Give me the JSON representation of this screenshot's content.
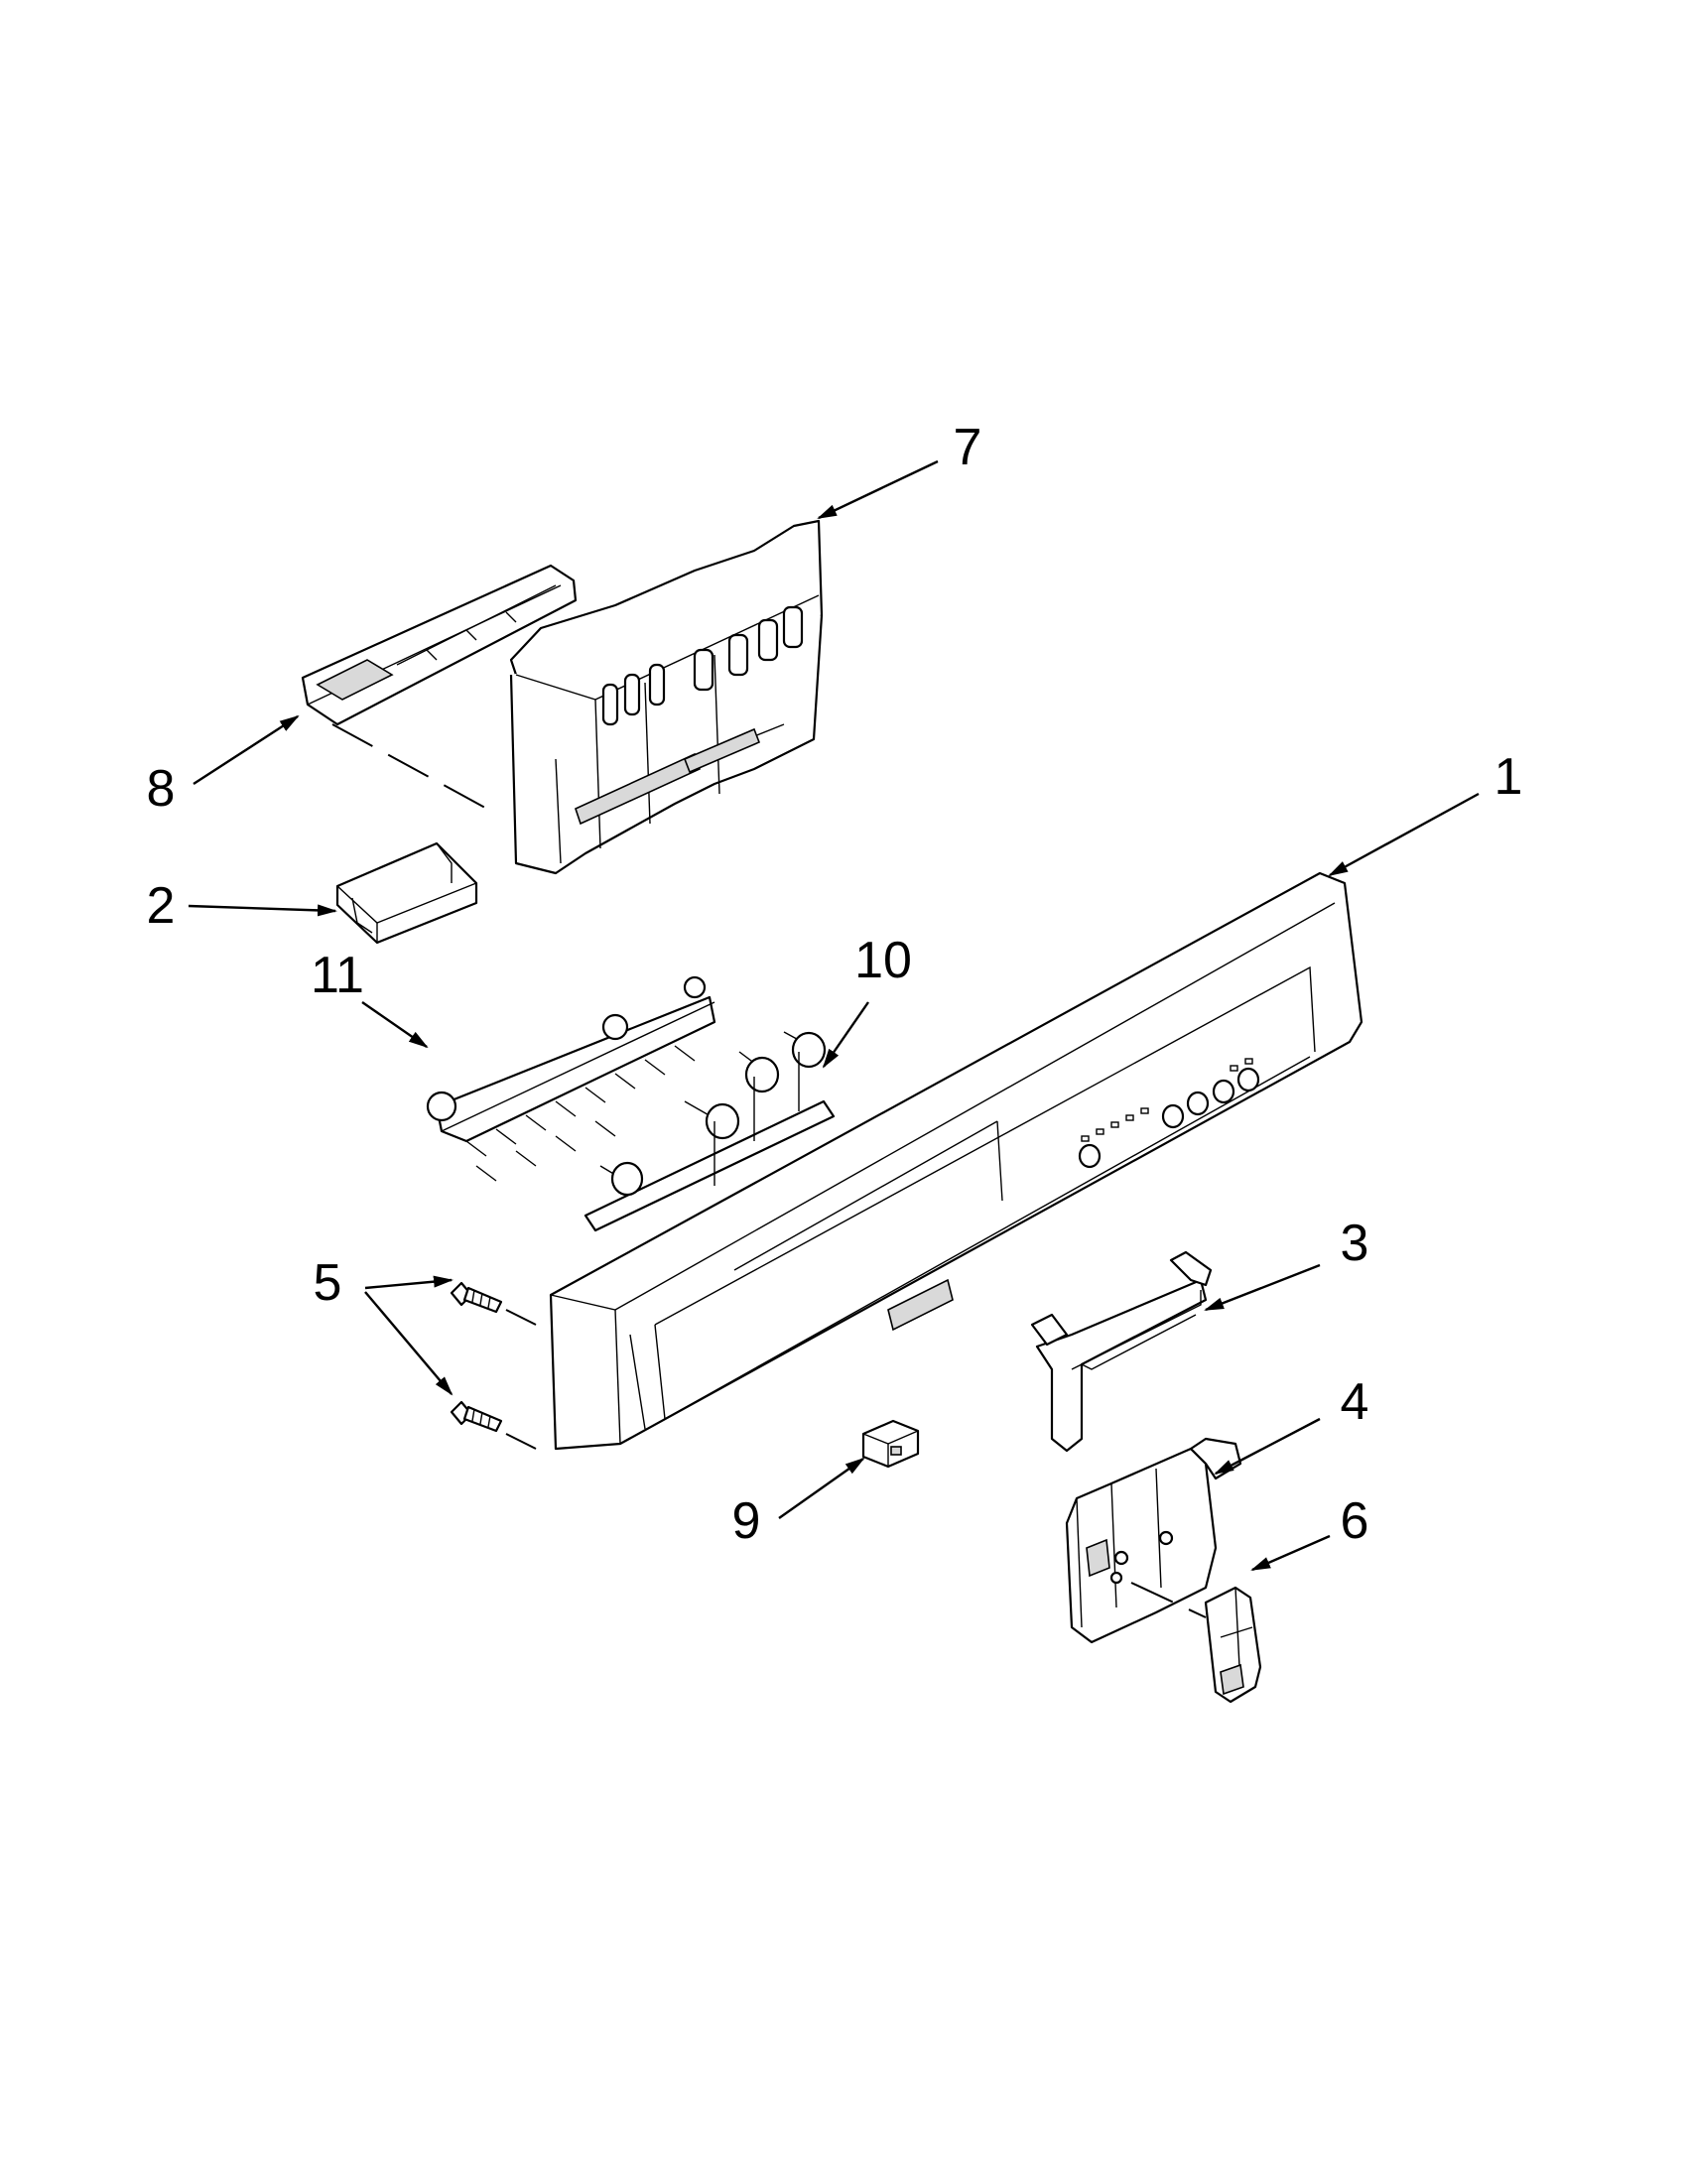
{
  "callouts": {
    "c1": "1",
    "c2": "2",
    "c3": "3",
    "c4": "4",
    "c5": "5",
    "c6": "6",
    "c7": "7",
    "c8": "8",
    "c9": "9",
    "c10": "10",
    "c11": "11"
  },
  "colors": {
    "line": "#000000",
    "background": "#ffffff",
    "shade": "#d9d9d9"
  }
}
